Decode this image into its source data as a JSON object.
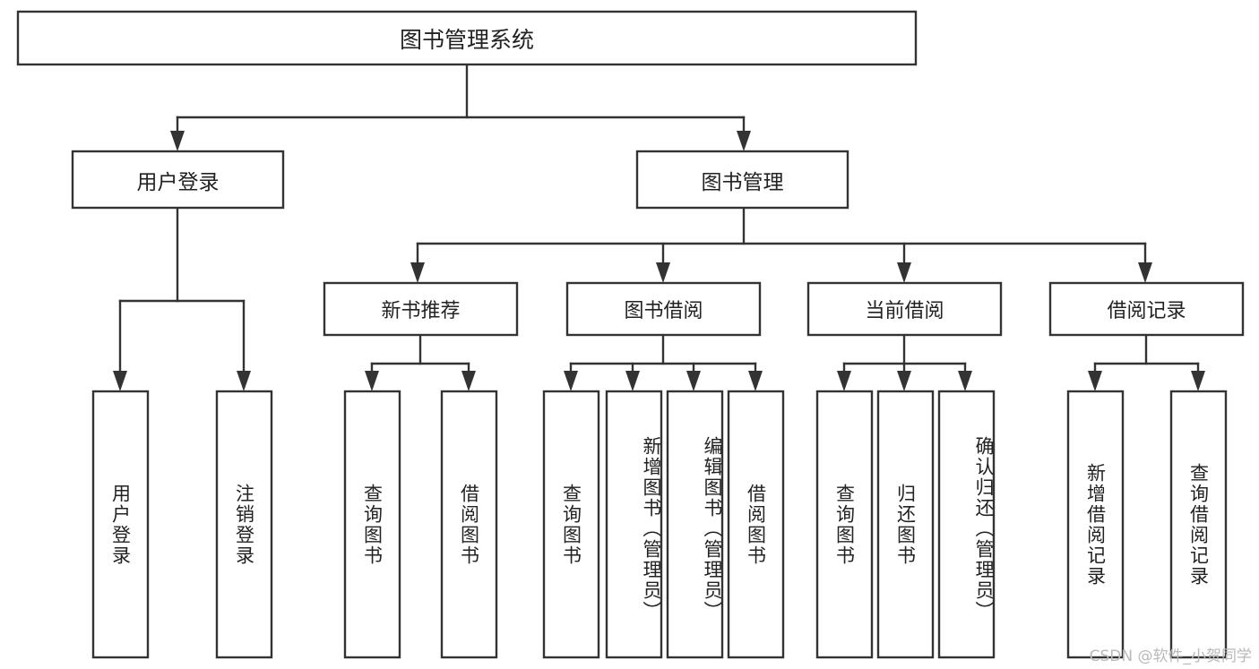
{
  "diagram": {
    "title_node": {
      "label": "图书管理系统"
    },
    "level2": [
      {
        "id": "user-login",
        "label": "用户登录"
      },
      {
        "id": "book-management",
        "label": "图书管理"
      }
    ],
    "level3": [
      {
        "id": "new-book-recommend",
        "label": "新书推荐",
        "parent": "book-management"
      },
      {
        "id": "book-borrow",
        "label": "图书借阅",
        "parent": "book-management"
      },
      {
        "id": "current-borrow",
        "label": "当前借阅",
        "parent": "book-management"
      },
      {
        "id": "borrow-record",
        "label": "借阅记录",
        "parent": "book-management"
      }
    ],
    "leaves": [
      {
        "id": "leaf-user-login",
        "label": "用户登录",
        "parent": "user-login"
      },
      {
        "id": "leaf-logout-login",
        "label": "注销登录",
        "parent": "user-login"
      },
      {
        "id": "leaf-query-book-1",
        "label": "查询图书",
        "parent": "new-book-recommend"
      },
      {
        "id": "leaf-borrow-book-1",
        "label": "借阅图书",
        "parent": "new-book-recommend"
      },
      {
        "id": "leaf-query-book-2",
        "label": "查询图书",
        "parent": "book-borrow"
      },
      {
        "id": "leaf-add-book",
        "label": "新增图书（管理员）",
        "parent": "book-borrow"
      },
      {
        "id": "leaf-edit-book",
        "label": "编辑图书（管理员）",
        "parent": "book-borrow"
      },
      {
        "id": "leaf-borrow-book-2",
        "label": "借阅图书",
        "parent": "book-borrow"
      },
      {
        "id": "leaf-query-book-3",
        "label": "查询图书",
        "parent": "current-borrow"
      },
      {
        "id": "leaf-return-book",
        "label": "归还图书",
        "parent": "current-borrow"
      },
      {
        "id": "leaf-confirm-return",
        "label": "确认归还（管理员）",
        "parent": "current-borrow"
      },
      {
        "id": "leaf-add-borrow-record",
        "label": "新增借阅记录",
        "parent": "borrow-record"
      },
      {
        "id": "leaf-query-borrow-record",
        "label": "查询借阅记录",
        "parent": "borrow-record"
      }
    ],
    "colors": {
      "background": "#ffffff",
      "box_fill": "#ffffff",
      "box_stroke": "#333333",
      "text": "#222222",
      "watermark": "#b9b9b9"
    }
  },
  "watermark": {
    "text": "CSDN @软件_小贺同学"
  }
}
